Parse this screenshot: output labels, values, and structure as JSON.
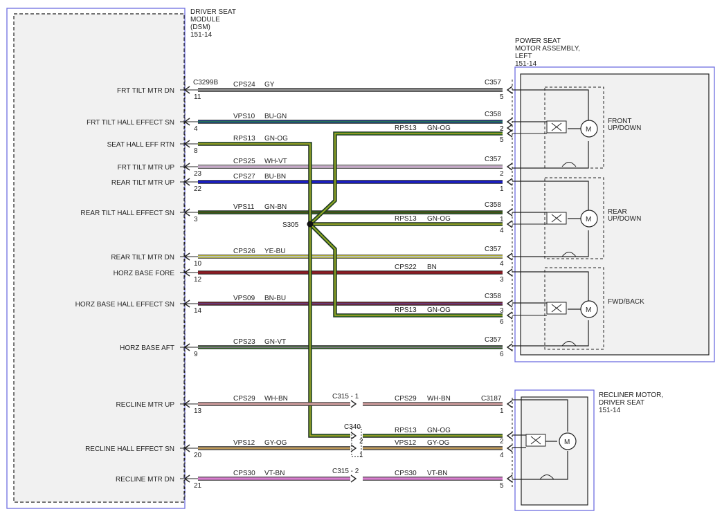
{
  "dsm": {
    "label_lines": [
      "DRIVER SEAT",
      "MODULE",
      "(DSM)",
      "151-14"
    ],
    "pins": [
      {
        "label": "FRT TILT MTR DN",
        "pin": "11"
      },
      {
        "label": "FRT TILT HALL EFFECT SN",
        "pin": "4"
      },
      {
        "label": "SEAT HALL EFF RTN",
        "pin": "8"
      },
      {
        "label": "FRT TILT MTR UP",
        "pin": "23"
      },
      {
        "label": "REAR TILT MTR UP",
        "pin": "22"
      },
      {
        "label": "REAR TILT HALL EFFECT SN",
        "pin": "3"
      },
      {
        "label": "REAR TILT MTR DN",
        "pin": "10"
      },
      {
        "label": "HORZ BASE FORE",
        "pin": "12"
      },
      {
        "label": "HORZ BASE HALL EFFECT SN",
        "pin": "14"
      },
      {
        "label": "HORZ BASE AFT",
        "pin": "9"
      },
      {
        "label": "RECLINE MTR UP",
        "pin": "13"
      },
      {
        "label": "RECLINE HALL EFFECT SN",
        "pin": "20"
      },
      {
        "label": "RECLINE MTR DN",
        "pin": "21"
      }
    ],
    "connector": "C3299B"
  },
  "power_seat": {
    "label_lines": [
      "POWER SEAT",
      "MOTOR ASSEMBLY,",
      "LEFT",
      "151-14"
    ],
    "motors": [
      {
        "label_lines": [
          "FRONT",
          "UP/DOWN"
        ]
      },
      {
        "label_lines": [
          "REAR",
          "UP/DOWN"
        ]
      },
      {
        "label_lines": [
          "FWD/BACK"
        ]
      }
    ]
  },
  "recliner": {
    "label_lines": [
      "RECLINER MOTOR,",
      "DRIVER SEAT",
      "151-14"
    ]
  },
  "splice": "S305",
  "circuits": [
    {
      "circuit": "CPS24",
      "color_code": "GY",
      "connector": "C357",
      "pin": "5"
    },
    {
      "circuit": "VPS10",
      "color_code": "BU-GN",
      "connector": "C358",
      "pin": "2"
    },
    {
      "circuit": "RPS13",
      "color_code": "GN-OG"
    },
    {
      "circuit": "CPS25",
      "color_code": "WH-VT",
      "connector": "C357",
      "pin": "2"
    },
    {
      "circuit": "CPS27",
      "color_code": "BU-BN",
      "pin": "1"
    },
    {
      "circuit": "VPS11",
      "color_code": "GN-BN",
      "connector": "C358",
      "pin": "1"
    },
    {
      "circuit": "CPS26",
      "color_code": "YE-BU",
      "connector": "C357",
      "pin": "4"
    },
    {
      "circuit": "CPS22",
      "color_code": "BN",
      "pin": "3"
    },
    {
      "circuit": "VPS09",
      "color_code": "BN-BU",
      "connector": "C358",
      "pin": "3"
    },
    {
      "circuit": "CPS23",
      "color_code": "GN-VT",
      "connector": "C357",
      "pin": "6"
    },
    {
      "circuit": "CPS29",
      "color_code": "WH-BN",
      "connector": "C3187",
      "pin": "1"
    },
    {
      "circuit": "VPS12",
      "color_code": "GY-OG",
      "pin": "4"
    },
    {
      "circuit": "CPS30",
      "color_code": "VT-BN",
      "pin": "5"
    }
  ],
  "rps13_branches": [
    {
      "circuit": "RPS13",
      "color_code": "GN-OG",
      "pin_top": "2",
      "pin_bottom": "5"
    },
    {
      "circuit": "RPS13",
      "color_code": "GN-OG",
      "pin": "4"
    },
    {
      "circuit": "RPS13",
      "color_code": "GN-OG",
      "pin": "6"
    },
    {
      "circuit": "RPS13",
      "color_code": "GN-OG",
      "pin": "2"
    }
  ],
  "inline_connectors": {
    "c315_1": "C315 - 1",
    "c315_2": "C315 - 2",
    "c340": "C340",
    "c340_pin_top": "2",
    "c340_pin_bottom": "1"
  },
  "colors": {
    "GY": "#8a8a8a",
    "BU-GN": "#1a3f9c",
    "GN": "#2f7d1f",
    "OG": "#c9a62a",
    "WH-VT": "#e4d5e4",
    "BU-BN": "#1b1ec4",
    "GN-BN": "#2a6b1e",
    "YE-BU": "#e3dd3a",
    "BN": "#8c1c24",
    "BN-BU": "#7e2030",
    "GN-VT": "#2f7d1f",
    "WH-BN": "#e9c8c8",
    "GY-OG": "#9e8a6e",
    "VT-BN": "#d87fce",
    "frame": "#6e6ee0"
  }
}
